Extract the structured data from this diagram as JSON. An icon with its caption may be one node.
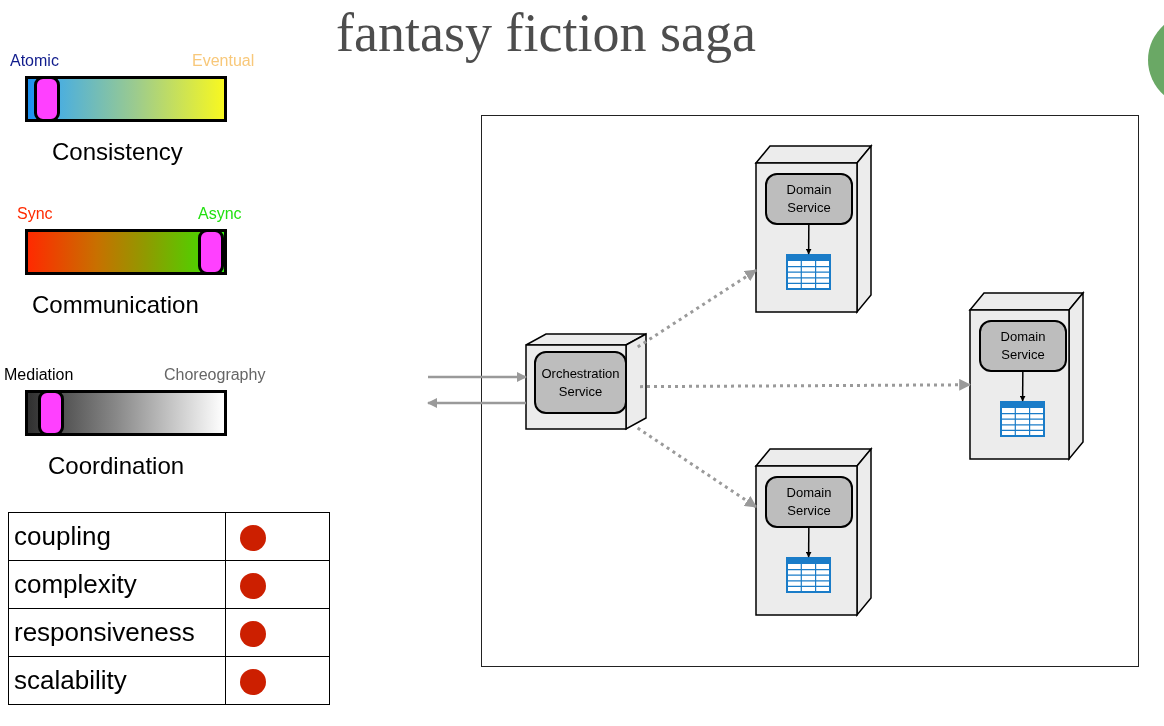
{
  "diagram": {
    "title": "fantasy fiction saga",
    "nodes": [
      {
        "text": [],
        "shape": "box"
      },
      {
        "text": [],
        "shape": "box",
        "in": 0
      },
      {
        "text": [
          "Orchestration Service"
        ],
        "in": 1
      },
      {
        "text": [],
        "shape": "box",
        "in": 0
      },
      {
        "text": [
          "Domain Service"
        ],
        "in": 3
      },
      {
        "text": [],
        "shape": "picture",
        "in": 3
      },
      {
        "text": [],
        "shape": "box",
        "in": 0
      },
      {
        "text": [
          "Domain Service"
        ],
        "in": 6
      },
      {
        "text": [],
        "shape": "picture",
        "in": 6
      },
      {
        "text": [],
        "shape": "box",
        "in": 0
      },
      {
        "text": [
          "Domain Service"
        ],
        "in": 9
      },
      {
        "text": [],
        "shape": "picture",
        "in": 9
      }
    ],
    "edges": [
      {
        "from": null,
        "to": 1,
        "arrow": "to"
      },
      {
        "from": 1,
        "to": null,
        "arrow": "to"
      },
      {
        "from": 1,
        "to": 3,
        "arrow": "to",
        "style": "dashed"
      },
      {
        "from": 4,
        "to": 5,
        "arrow": "to",
        "color": "#000000"
      },
      {
        "from": 1,
        "to": 6,
        "arrow": "to",
        "style": "dashed"
      },
      {
        "from": 7,
        "to": 8,
        "arrow": "to",
        "color": "#000000"
      },
      {
        "from": 1,
        "to": 9,
        "arrow": "to",
        "style": "dashed"
      },
      {
        "from": 10,
        "to": 11,
        "arrow": "to",
        "color": "#000000"
      }
    ],
    "labels": [
      "Atomic",
      "Eventual",
      "Consistency",
      "Sync",
      "Async",
      "Communication",
      "Mediation",
      "Choreography",
      "Coordination",
      "coupling",
      "complexity",
      "responsiveness",
      "scalability"
    ]
  }
}
